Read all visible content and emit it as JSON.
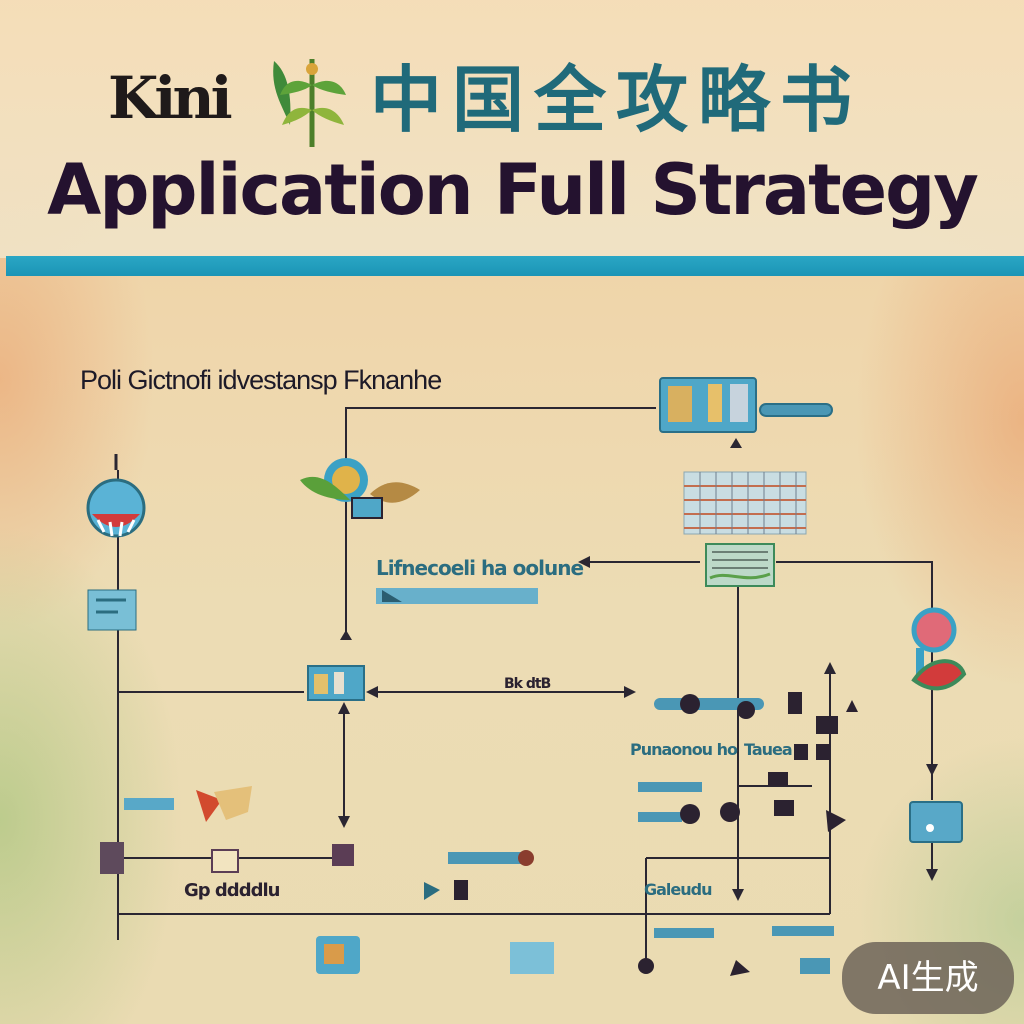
{
  "header": {
    "logo_text": "Kini",
    "deco_glyphs": [
      "中",
      "国",
      "全",
      "攻",
      "略",
      "书"
    ],
    "title": "Application Full Strategy"
  },
  "diagram": {
    "section_label": "Poli Gictnofi idvestansp Fknanhe",
    "labels": {
      "top_center": "Lifnecoeli ha oolune",
      "mid_connector": "Bk dtB",
      "right_row_1": "Punaonou ho",
      "right_row_2": "Tauea",
      "bottom_left": "Gp ddddlu",
      "bottom_right": "Galeudu"
    }
  },
  "badge": {
    "text": "AI生成"
  },
  "colors": {
    "title": "#24122f",
    "rule": "#1b95b6",
    "teal": "#2b6d80",
    "line": "#2a2632"
  }
}
